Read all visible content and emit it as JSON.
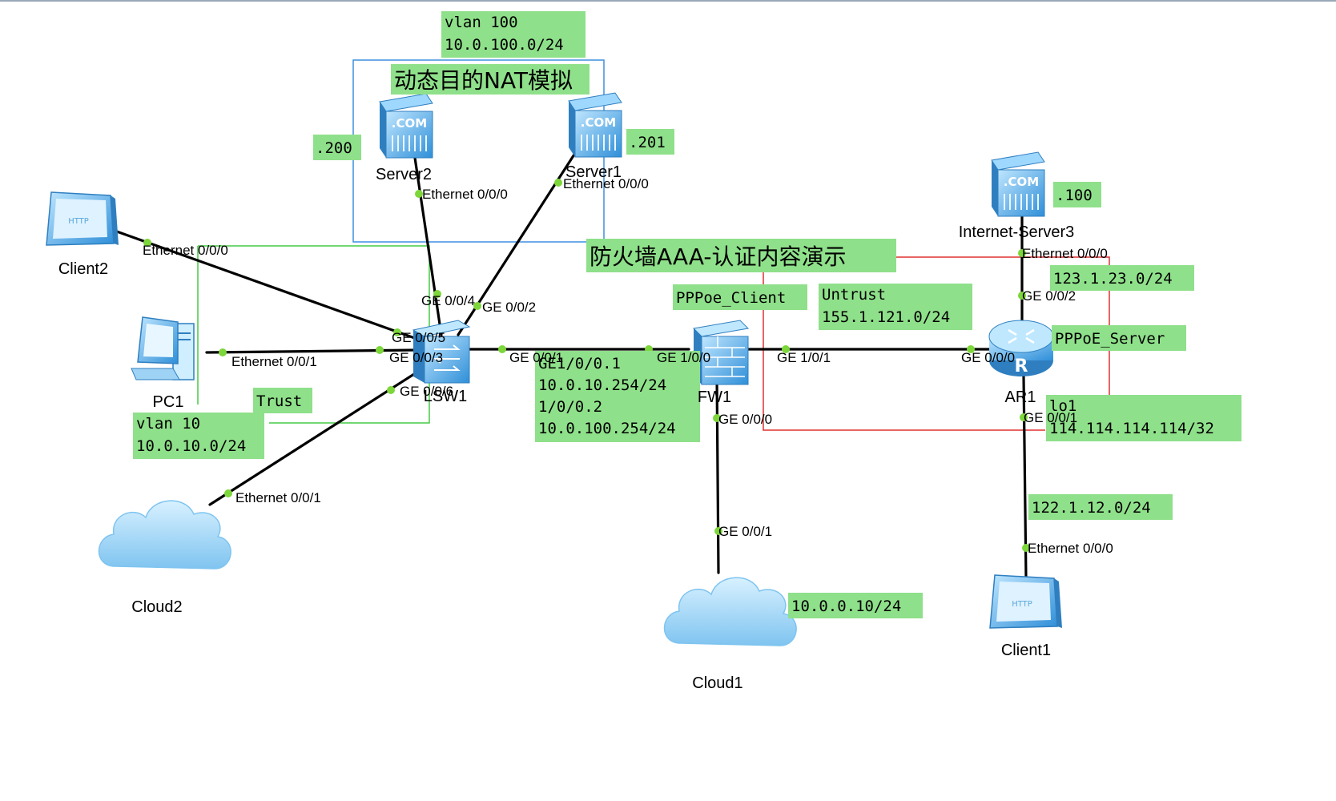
{
  "devices": {
    "server2": "Server2",
    "server1": "Server1",
    "server3": "Internet-Server3",
    "client2": "Client2",
    "client1": "Client1",
    "pc1": "PC1",
    "lsw1": "LSW1",
    "fw1": "FW1",
    "ar1": "AR1",
    "cloud1": "Cloud1",
    "cloud2": "Cloud2"
  },
  "icons": {
    "server_badge": ".COM",
    "client_badge": "HTTP"
  },
  "ports": {
    "server2_eth": "Ethernet 0/0/0",
    "server1_eth": "Ethernet 0/0/0",
    "client2_eth": "Ethernet 0/0/0",
    "pc1_eth": "Ethernet 0/0/1",
    "cloud2_eth": "Ethernet 0/0/1",
    "lsw_ge004": "GE 0/0/4",
    "lsw_ge002": "GE 0/0/2",
    "lsw_ge005": "GE 0/0/5",
    "lsw_ge003": "GE 0/0/3",
    "lsw_ge006": "GE 0/0/6",
    "lsw_ge001": "GE 0/0/1",
    "fw_ge100": "GE 1/0/0",
    "fw_ge101": "GE 1/0/1",
    "fw_ge000": "GE 0/0/0",
    "cloud1_ge001": "GE 0/0/1",
    "ar_ge000": "GE 0/0/0",
    "ar_ge002": "GE 0/0/2",
    "ar_ge001": "GE 0/0/1",
    "server3_eth": "Ethernet 0/0/0",
    "client1_eth": "Ethernet 0/0/0"
  },
  "notes": {
    "vlan100_line1": "vlan 100",
    "vlan100_line2": "10.0.100.0/24",
    "nat_title": "动态目的NAT模拟",
    "ip200": ".200",
    "ip201": ".201",
    "ip100": ".100",
    "aaa_title": "防火墙AAA-认证内容演示",
    "pppoe_client": "PPPoe_Client",
    "untrust_line1": "Untrust",
    "untrust_line2": "155.1.121.0/24",
    "net123": "123.1.23.0/24",
    "pppoe_server": "PPPoE_Server",
    "lo1_line1": "lo1",
    "lo1_line2": "114.114.114.114/32",
    "trust": "Trust",
    "vlan10_line1": "vlan 10",
    "vlan10_line2": "10.0.10.0/24",
    "sub_line1": "GE1/0/0.1",
    "sub_line2": "10.0.10.254/24",
    "sub_line3": "1/0/0.2",
    "sub_line4": "10.0.100.254/24",
    "net122": "122.1.12.0/24",
    "cloud1_ip": "10.0.0.10/24"
  },
  "colors": {
    "note_bg": "#8fe08a",
    "link": "#000000",
    "dot": "#7dd63a",
    "blue_frame": "#3d8fe0",
    "green_frame": "#44cc44",
    "red_frame": "#e03030",
    "device_blue": "#4aa6e8"
  }
}
